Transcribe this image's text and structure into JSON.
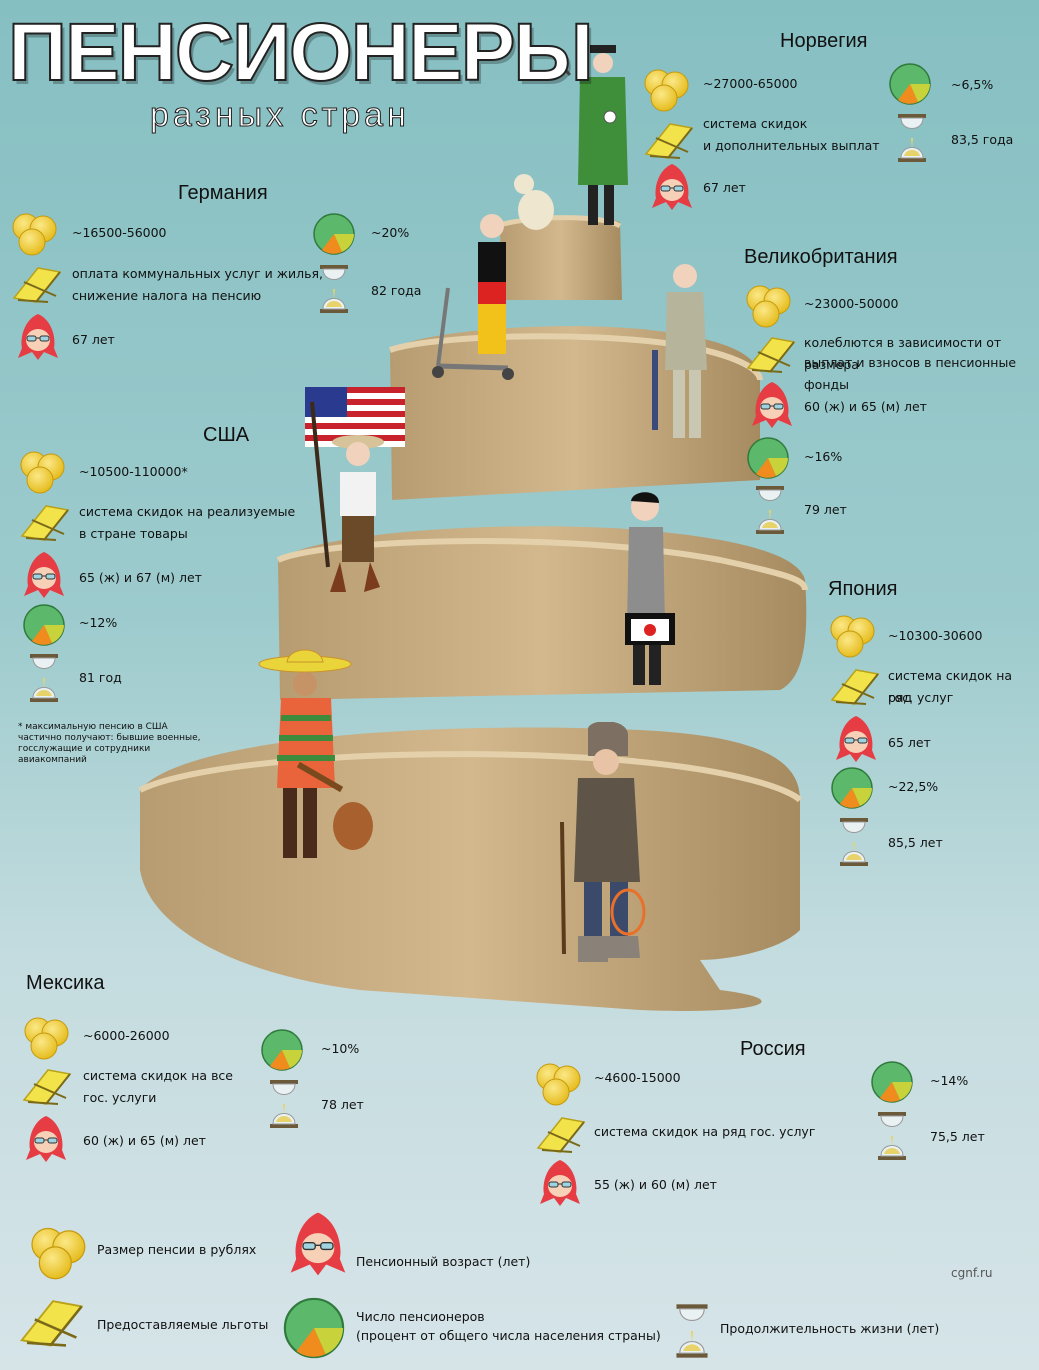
{
  "title": "ПЕНСИОНЕРЫ",
  "subtitle": "разных   стран",
  "countries": {
    "norway": {
      "name": "Норвегия",
      "pension": "~27000-65000",
      "benefits1": "система скидок",
      "benefits2": "и дополнительных выплат",
      "age": "67 лет",
      "share": "~6,5%",
      "life": "83,5 года"
    },
    "germany": {
      "name": "Германия",
      "pension": "~16500-56000",
      "benefits1": "оплата коммунальных услуг и жилья,",
      "benefits2": "снижение налога на пенсию",
      "age": "67 лет",
      "share": "~20%",
      "life": "82 года"
    },
    "uk": {
      "name": "Великобритания",
      "pension": "~23000-50000",
      "benefits1": "колеблются в зависимости от размера",
      "benefits2": "выплат и взносов в пенсионные фонды",
      "age": "60 (ж) и 65 (м) лет",
      "share": "~16%",
      "life": "79 лет"
    },
    "usa": {
      "name": "США",
      "pension": "~10500-110000*",
      "benefits1": "система скидок на реализуемые",
      "benefits2": "в стране товары",
      "age": "65 (ж) и 67 (м) лет",
      "share": "~12%",
      "life": "81 год",
      "note1": "* максимальную пенсию в США",
      "note2": "частично получают: бывшие военные,",
      "note3": "госслужащие и сотрудники",
      "note4": "авиакомпаний"
    },
    "japan": {
      "name": "Япония",
      "pension": "~10300-30600",
      "benefits1": "система скидок на ряд",
      "benefits2": "гос. услуг",
      "age": "65 лет",
      "share": "~22,5%",
      "life": "85,5 лет"
    },
    "mexico": {
      "name": "Мексика",
      "pension": "~6000-26000",
      "benefits1": "система скидок на все",
      "benefits2": "гос. услуги",
      "age": "60 (ж) и 65 (м) лет",
      "share": "~10%",
      "life": "78 лет"
    },
    "russia": {
      "name": "Россия",
      "pension": "~4600-15000",
      "benefits1": "система скидок на ряд гос. услуг",
      "age": "55 (ж) и 60 (м) лет",
      "share": "~14%",
      "life": "75,5 лет"
    }
  },
  "legend": {
    "pension": "Размер пенсии в рублях",
    "age": "Пенсионный возраст (лет)",
    "benefits": "Предоставляемые льготы",
    "share1": "Число пенсионеров",
    "share2": "(процент от общего числа населения страны)",
    "life": "Продолжительность жизни (лет)"
  },
  "watermark": "cgnf.ru",
  "icons": [
    "coins-icon",
    "deckchair-icon",
    "granny-icon",
    "pie-icon",
    "hourglass-icon"
  ],
  "colors": {
    "coin": "#f0cc2e",
    "pie_green": "#5cb86a",
    "pie_orange": "#f08c1e",
    "pie_yellow": "#c8d23a",
    "granny": "#e63c44",
    "mountain": "#c9ad82"
  }
}
